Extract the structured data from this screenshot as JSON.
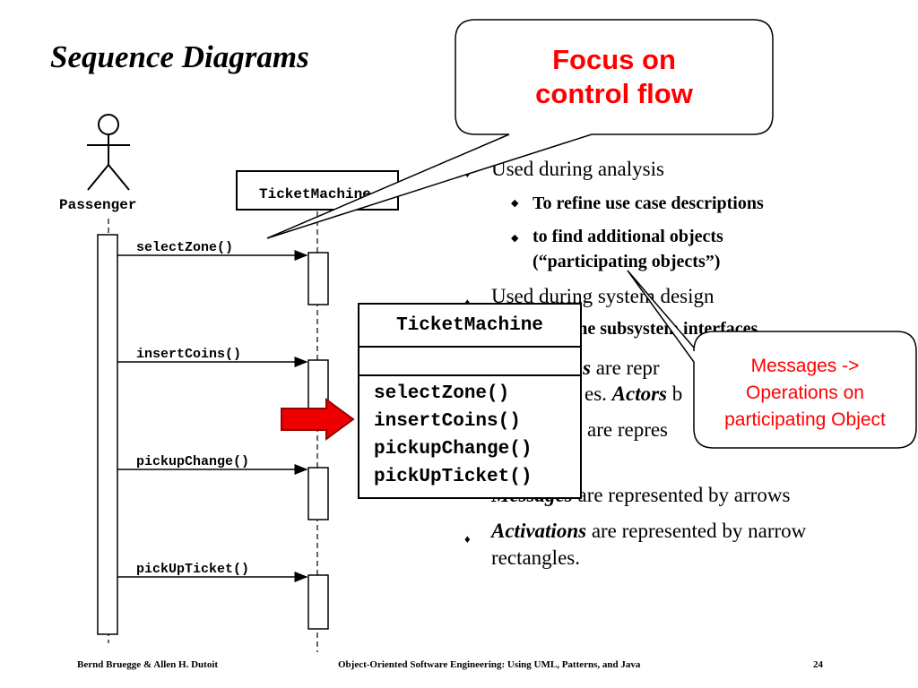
{
  "slide": {
    "title": "Sequence Diagrams"
  },
  "diagram": {
    "actor": "Passenger",
    "lifeline": "TicketMachine",
    "messages": [
      "selectZone()",
      "insertCoins()",
      "pickupChange()",
      "pickUpTicket()"
    ]
  },
  "class_box": {
    "name": "TicketMachine",
    "operations": [
      "selectZone()",
      "insertCoins()",
      "pickupChange()",
      "pickUpTicket()"
    ]
  },
  "callouts": {
    "focus": [
      "Focus on",
      "control flow"
    ],
    "messages": [
      "Messages ->",
      "Operations on",
      "participating Object"
    ],
    "accent": "#ff0000"
  },
  "bullets": {
    "b1_text": "Used during analysis",
    "b1_sub1": "To refine use case descriptions",
    "b1_sub2_line1": "to find additional objects",
    "b1_sub2_line2": "(“participating objects”)",
    "b2_text": "Used during system design",
    "b2_sub_fragment": "fine subsystem interfaces",
    "b3_emph": "s",
    "b3_rest": " are repr",
    "b4_start": "es. ",
    "b4_emph": "Actors",
    "b4_rest": " b",
    "b5_fragment": "are repres",
    "b6_emph": "Messages",
    "b6_rest": " are represented by arrows",
    "b7_emph": "Activations",
    "b7_rest": " are represented by narrow",
    "b7_line2": "rectangles."
  },
  "footer": {
    "authors": "Bernd Bruegge & Allen H. Dutoit",
    "book": "Object-Oriented Software Engineering: Using UML, Patterns, and Java",
    "page": "24"
  }
}
